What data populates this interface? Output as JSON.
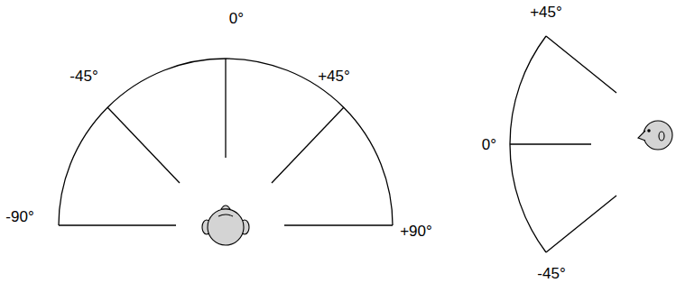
{
  "diagram": {
    "labels": [
      "0°",
      "-45°",
      "+45°",
      "-90°",
      "+90°",
      "+45°",
      "0°",
      "-45°"
    ]
  }
}
